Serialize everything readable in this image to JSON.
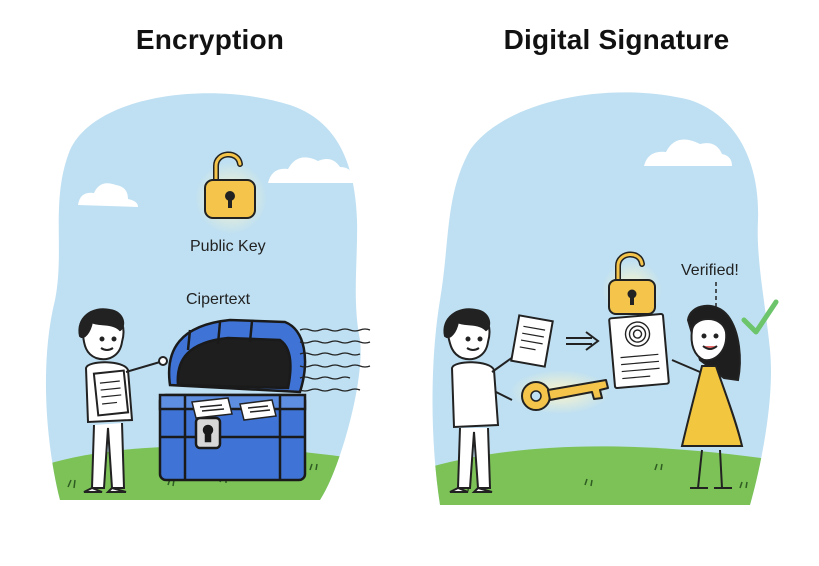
{
  "left_panel": {
    "title": "Encryption",
    "lock_label": "Public Key",
    "chest_label": "Cipertext"
  },
  "right_panel": {
    "title": "Digital Signature",
    "status_label": "Verified!"
  },
  "colors": {
    "sky": "#bfe0f2",
    "grass": "#7cc257",
    "lock_gold": "#f4c54a",
    "chest_blue": "#3f74d6",
    "dress_yellow": "#f3c63f",
    "check_green": "#6cc46b"
  },
  "icons": [
    "open-padlock-icon",
    "treasure-chest-icon",
    "key-icon",
    "document-icon",
    "fingerprint-icon",
    "checkmark-icon",
    "arrow-right-icon"
  ]
}
